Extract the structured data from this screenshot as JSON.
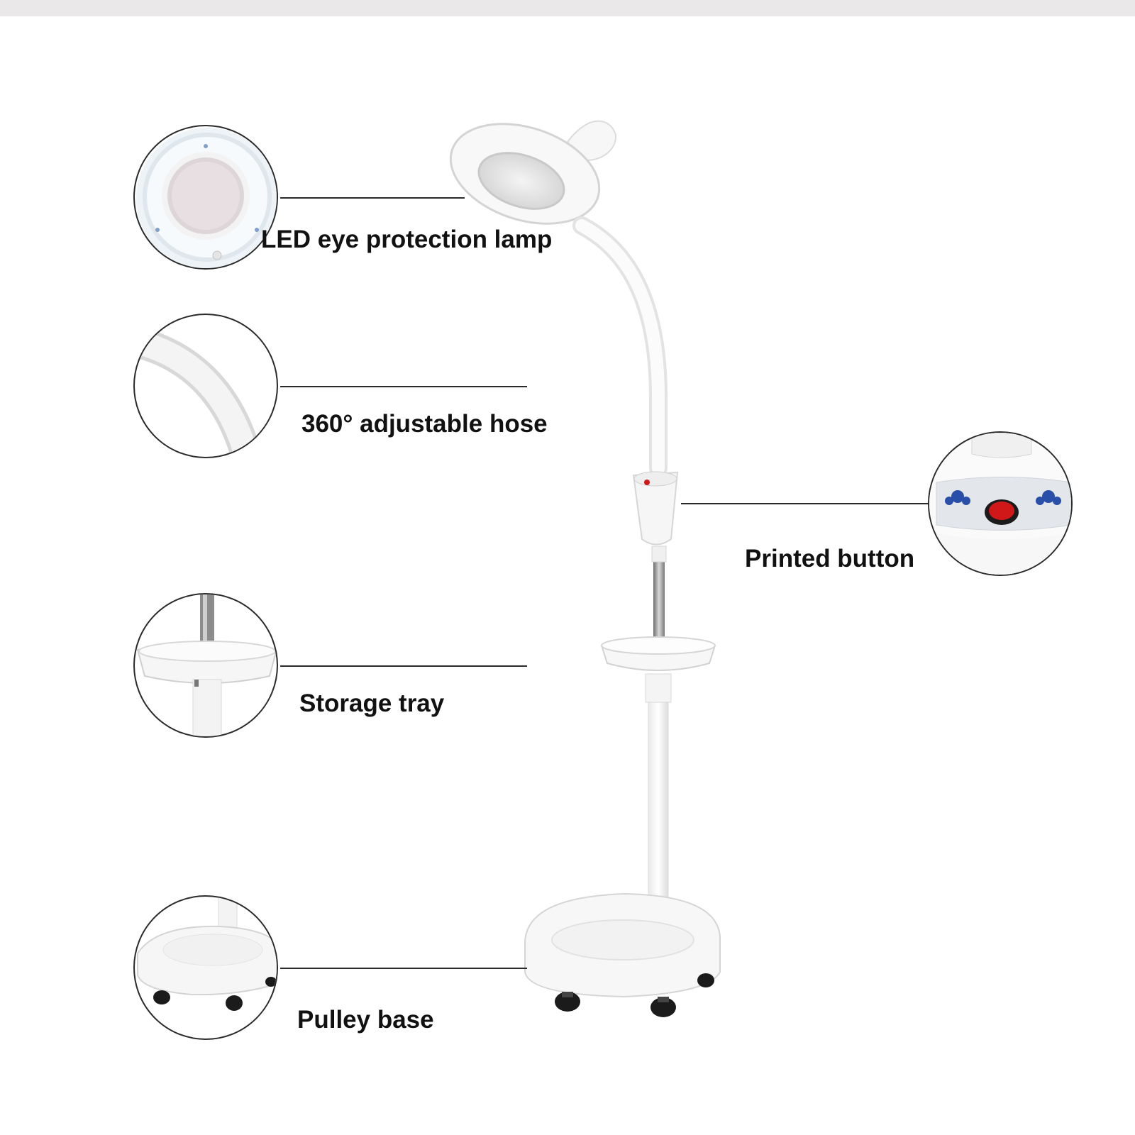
{
  "callouts": {
    "led_lamp": "LED eye protection lamp",
    "hose": "360° adjustable hose",
    "storage_tray": "Storage tray",
    "pulley_base": "Pulley base",
    "printed_button": "Printed button"
  },
  "colors": {
    "product_white": "#f6f6f6",
    "outline": "#d9d9d9",
    "switch_red": "#d01818",
    "flower_blue": "#2a4fa8",
    "wheel_black": "#1b1b1b",
    "line": "#2a2a2a"
  }
}
